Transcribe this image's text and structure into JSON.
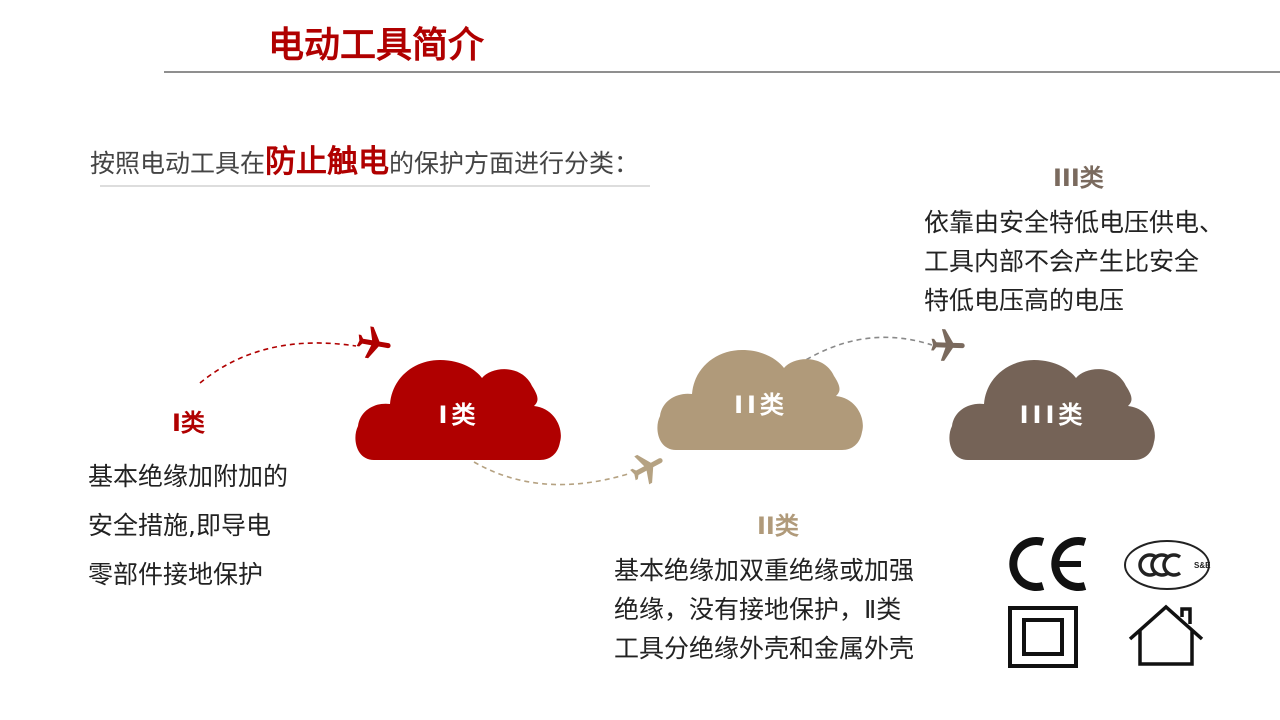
{
  "slide": {
    "title": "电动工具简介",
    "subtitle": {
      "before": "按照电动工具在",
      "emphasis": "防止触电",
      "after": "的保护方面进行分类："
    }
  },
  "colors": {
    "accent_red": "#b00000",
    "tan": "#b09a7a",
    "brown": "#756357",
    "rule_gray": "#8f8f8f"
  },
  "clouds": [
    {
      "label": "I类",
      "color": "#b00000"
    },
    {
      "label": "II类",
      "color": "#b09a7a"
    },
    {
      "label": "III类",
      "color": "#756357"
    }
  ],
  "classes": {
    "class1": {
      "heading": "I类",
      "lines": [
        "基本绝缘加附加的",
        "安全措施,即导电",
        "零部件接地保护"
      ]
    },
    "class2": {
      "heading": "II类",
      "lines": [
        "基本绝缘加双重绝缘或加强",
        "绝缘，没有接地保护，Ⅱ类",
        "工具分绝缘外壳和金属外壳"
      ]
    },
    "class3": {
      "heading": "III类",
      "lines": [
        "依靠由安全特低电压供电、",
        "工具内部不会产生比安全",
        "特低电压高的电压"
      ]
    }
  },
  "icons": {
    "plane": "airplane-icon",
    "ce": "ce-mark-icon",
    "ccc": "ccc-mark-icon",
    "double_insulation": "double-insulation-icon",
    "house": "house-icon"
  },
  "ccc_mark_text": "S&E"
}
